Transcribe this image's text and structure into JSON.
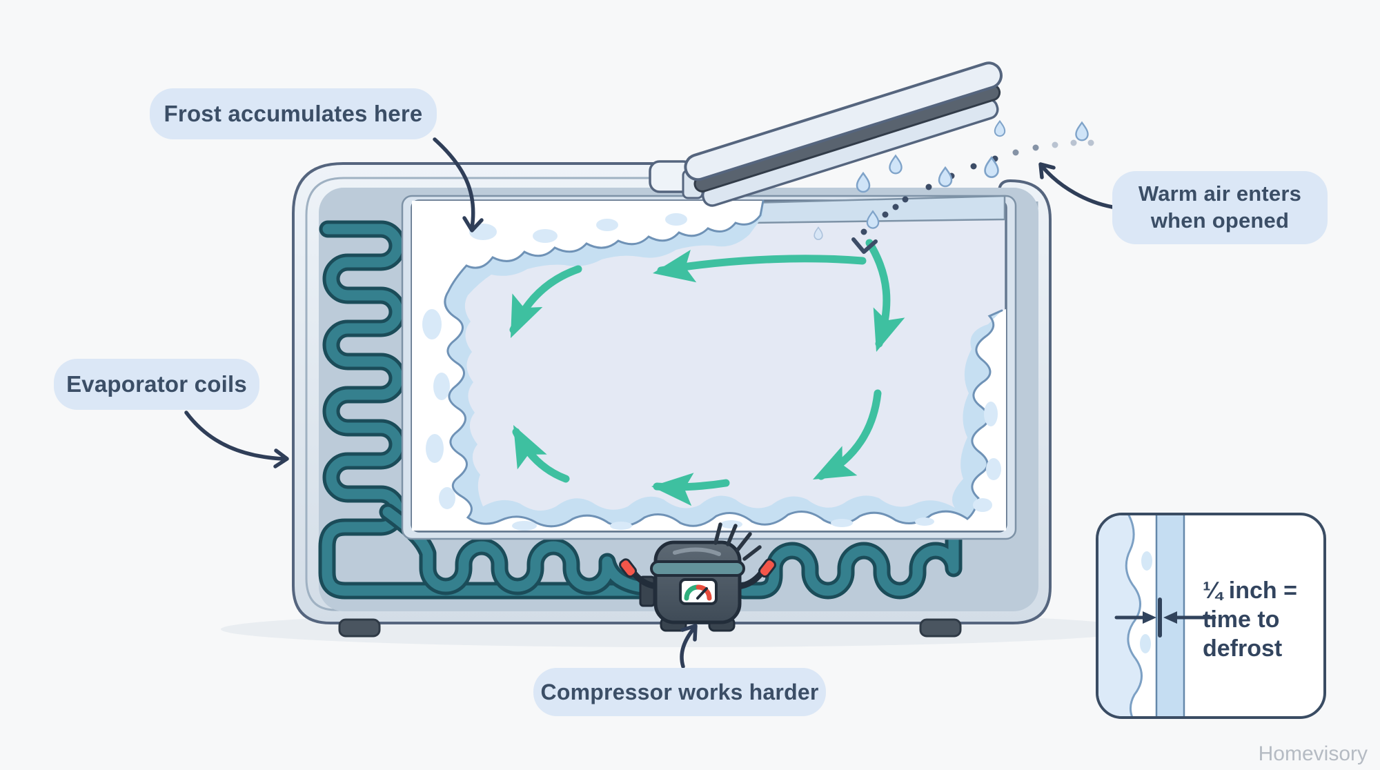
{
  "labels": {
    "frost": "Frost accumulates here",
    "evaporator": "Evaporator coils",
    "warm_air_line1": "Warm air enters",
    "warm_air_line2": "when opened",
    "compressor": "Compressor works harder"
  },
  "inset": {
    "line1": "¼ inch =",
    "line2": "time to",
    "line3": "defrost"
  },
  "watermark": "Homevisory",
  "colors": {
    "background": "#f7f8f9",
    "label_pill_bg": "#dbe7f6",
    "label_text": "#3b4e66",
    "airflow_arrow": "#3ec0a0",
    "coil": "#35808e",
    "coil_outline": "#1b4c59",
    "annotation_arrow": "#2f3e58",
    "frost_white": "#ffffff",
    "frost_outline": "#6f92b6",
    "droplet_fill": "#cfe4f8",
    "droplet_outline": "#7fa3c9",
    "freezer_outline": "#55657e",
    "freezer_interior": "#e4e9f4",
    "wall_cavity": "#bccbd9",
    "compressor_body": "#4e5a66",
    "compressor_band": "#63939b",
    "gauge_green": "#2fae7d",
    "gauge_red": "#e74c3c",
    "mitt_red": "#f4564a",
    "inset_border": "#3a4c63",
    "watermark_text": "#b5bbc3"
  }
}
